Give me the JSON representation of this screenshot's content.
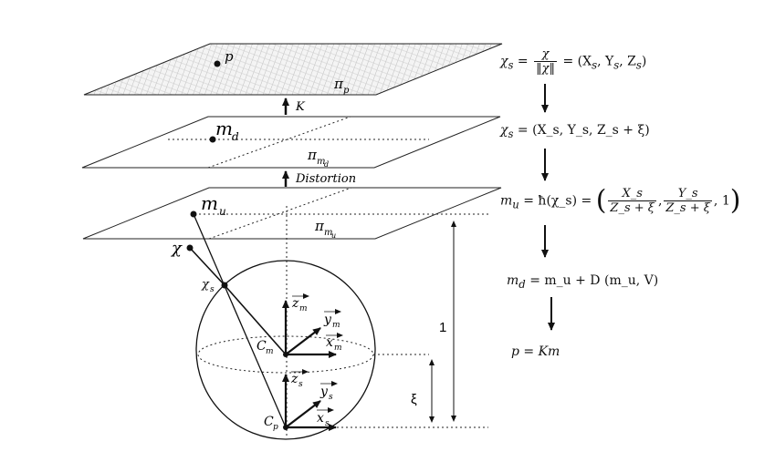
{
  "planes": {
    "image": {
      "point": "p",
      "label": "π",
      "sub": "p"
    },
    "distorted": {
      "point": "m",
      "point_sub": "d",
      "label": "π",
      "sub": "m",
      "subsub": "d"
    },
    "undistorted": {
      "point": "m",
      "point_sub": "u",
      "label": "π",
      "sub": "m",
      "subsub": "u"
    }
  },
  "arrows": {
    "k_label": "K",
    "distortion_label": "Distortion"
  },
  "points": {
    "chi": "χ",
    "chi_s": "χ",
    "chi_s_sub": "s",
    "cm": "C",
    "cm_sub": "m",
    "cp": "C",
    "cp_sub": "p"
  },
  "axes": {
    "zm": "z",
    "zm_sub": "m",
    "ym": "y",
    "ym_sub": "m",
    "xm": "x",
    "xm_sub": "m",
    "zs": "z",
    "zs_sub": "s",
    "ys": "y",
    "ys_sub": "s",
    "xs": "x",
    "xs_sub": "s"
  },
  "dimensions": {
    "one": "1",
    "xi": "ξ"
  },
  "equations": {
    "eq1": {
      "lhs": "χ",
      "lhs_sub": "s",
      "num": "χ",
      "den": "‖χ‖",
      "rhs": "(X",
      "rhs_rest": "s",
      "tail": ", Y",
      "tail2": "s",
      "tail3": ", Z",
      "tail4": "s",
      "tail5": ")"
    },
    "eq2": "= (X_s, Y_s, Z_s + ξ)",
    "eq3": {
      "lhs": "m",
      "lhs_sub": "u",
      "mid": "= ħ(χ_s) =",
      "f1_num": "X_s",
      "f1_den": "Z_s + ξ",
      "f2_num": "Y_s",
      "f2_den": "Z_s + ξ",
      "end": ", 1"
    },
    "eq4": {
      "lhs": "m",
      "lhs_sub": "d",
      "rest": "= m_u + D (m_u, V)"
    },
    "eq5": "p = Km"
  }
}
